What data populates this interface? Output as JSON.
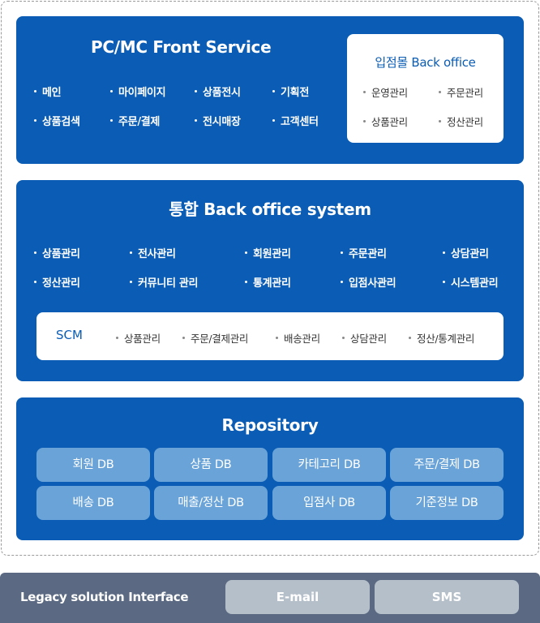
{
  "front_service": {
    "title": "PC/MC Front Service",
    "items": [
      "메인",
      "마이페이지",
      "상품전시",
      "기획전",
      "상품검색",
      "주문/결제",
      "전시매장",
      "고객센터"
    ]
  },
  "mall_back_office": {
    "title": "입점몰 Back office",
    "items": [
      "운영관리",
      "주문관리",
      "상품관리",
      "정산관리"
    ]
  },
  "integrated_back_office": {
    "title": "통합 Back office system",
    "items": [
      "상품관리",
      "전사관리",
      "회원관리",
      "주문관리",
      "상담관리",
      "정산관리",
      "커뮤니티 관리",
      "통계관리",
      "입점사관리",
      "시스템관리"
    ]
  },
  "scm": {
    "title": "SCM",
    "items": [
      "상품관리",
      "주문/결제관리",
      "배송관리",
      "상담관리",
      "정산/통계관리"
    ]
  },
  "repository": {
    "title": "Repository",
    "databases": [
      "회원 DB",
      "상품 DB",
      "카테고리 DB",
      "주문/결제 DB",
      "배송 DB",
      "매출/정산 DB",
      "입점사 DB",
      "기준정보 DB"
    ]
  },
  "legacy": {
    "label": "Legacy solution Interface",
    "buttons": [
      "E-mail",
      "SMS"
    ]
  },
  "colors": {
    "panel_blue": "#0a5cb4",
    "db_light_blue": "#6aa3d8",
    "legacy_bar": "#5b6a82",
    "legacy_button": "#b5bfca"
  }
}
